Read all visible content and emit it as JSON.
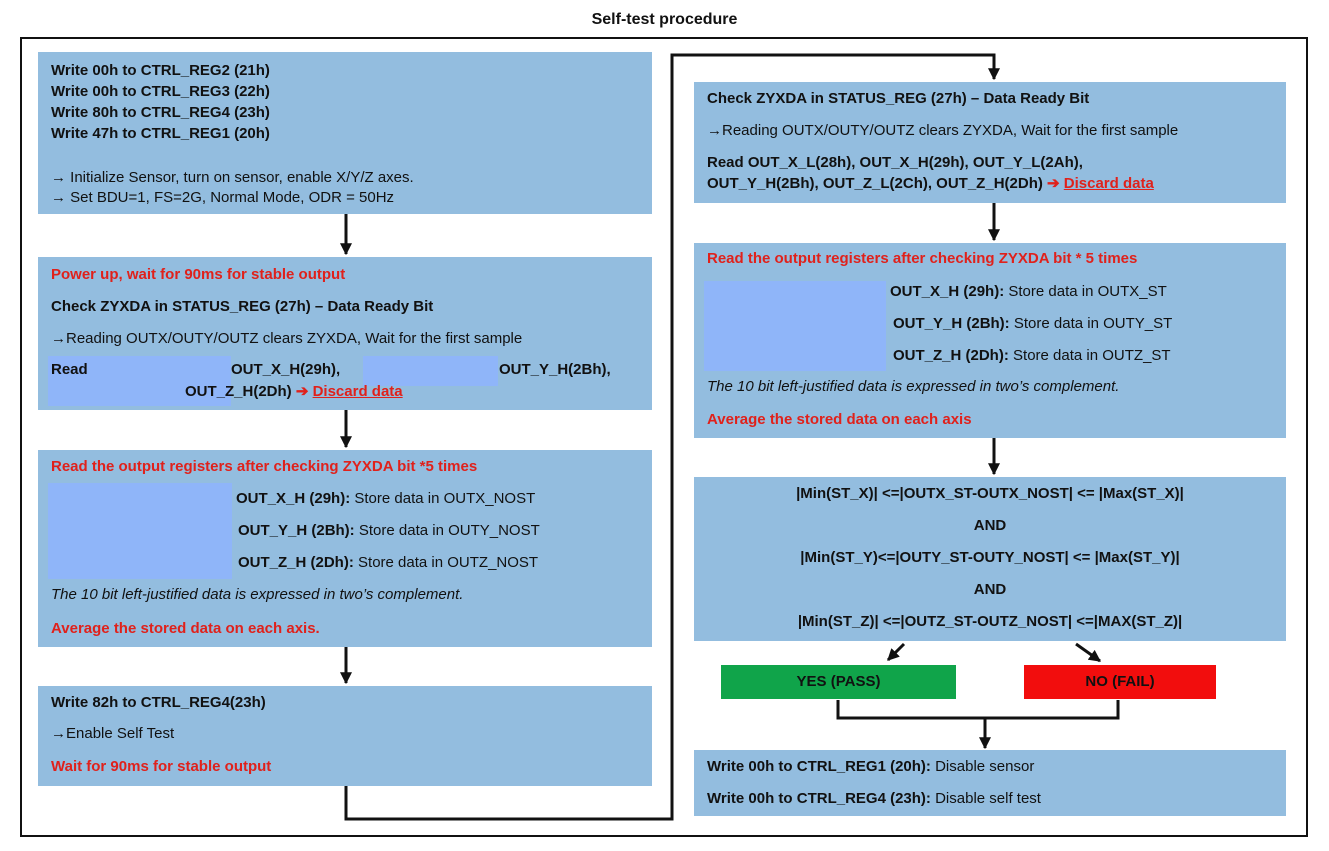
{
  "title": "Self-test procedure",
  "colors": {
    "box": "#93bddf",
    "highlight": "#8fb5f9",
    "alert": "#e0211b",
    "pass": "#10a44a",
    "fail": "#f20d0d"
  },
  "step1": {
    "w1": "Write 00h to CTRL_REG2 (21h)",
    "w2": "Write 00h to CTRL_REG3 (22h)",
    "w3": "Write 80h to CTRL_REG4 (23h)",
    "w4": "Write 47h to CTRL_REG1 (20h)",
    "n1": "→ Initialize Sensor, turn on sensor, enable X/Y/Z axes.",
    "n2": "→ Set BDU=1, FS=2G, Normal Mode, ODR = 50Hz"
  },
  "step2": {
    "power": "Power up, wait for 90ms for stable output",
    "check": "Check ZYXDA in STATUS_REG (27h) – Data Ready Bit",
    "note": "→Reading OUTX/OUTY/OUTZ clears ZYXDA, Wait for the first sample",
    "read": "Read",
    "r1": "OUT_X_H(29h),",
    "r2": "OUT_Y_H(2Bh),",
    "r3": "OUT_Z_H(2Dh)",
    "arrow": "➔",
    "discard": "Discard data"
  },
  "step3": {
    "heading": "Read the output registers after checking ZYXDA bit *5 times",
    "x_reg": "OUT_X_H (29h):",
    "x_txt": "Store data in OUTX_NOST",
    "y_reg": "OUT_Y_H (2Bh):",
    "y_txt": "Store data in OUTY_NOST",
    "z_reg": "OUT_Z_H (2Dh):",
    "z_txt": "Store data in OUTZ_NOST",
    "note": "The 10 bit left-justified data is expressed in two’s complement.",
    "avg": "Average the stored data on each axis."
  },
  "step4": {
    "write": "Write 82h to CTRL_REG4(23h)",
    "enable": "→Enable Self Test",
    "wait": "Wait for 90ms for stable output"
  },
  "step5": {
    "check": "Check ZYXDA in STATUS_REG (27h) – Data Ready Bit",
    "note": "→Reading OUTX/OUTY/OUTZ clears ZYXDA, Wait for the first sample",
    "r1": "Read OUT_X_L(28h), OUT_X_H(29h), OUT_Y_L(2Ah),",
    "r2": "OUT_Y_H(2Bh), OUT_Z_L(2Ch), OUT_Z_H(2Dh)",
    "arrow": "➔",
    "discard": "Discard data"
  },
  "step6": {
    "heading": "Read the output registers after checking ZYXDA bit * 5 times",
    "x_reg": "OUT_X_H (29h):",
    "x_txt": "Store data in OUTX_ST",
    "y_reg": "OUT_Y_H (2Bh):",
    "y_txt": "Store data in OUTY_ST",
    "z_reg": "OUT_Z_H (2Dh):",
    "z_txt": "Store data in OUTZ_ST",
    "note": "The 10 bit left-justified data is expressed in two’s complement.",
    "avg": "Average the stored data on each axis"
  },
  "step7": {
    "c1": "|Min(ST_X)| <=|OUTX_ST-OUTX_NOST| <= |Max(ST_X)|",
    "and1": "AND",
    "c2": "|Min(ST_Y)<=|OUTY_ST-OUTY_NOST| <= |Max(ST_Y)|",
    "and2": "AND",
    "c3": "|Min(ST_Z)| <=|OUTZ_ST-OUTZ_NOST| <=|MAX(ST_Z)|"
  },
  "result": {
    "pass": "YES (PASS)",
    "fail": "NO (FAIL)"
  },
  "step8": {
    "w1": "Write 00h to CTRL_REG1 (20h):",
    "t1": "Disable sensor",
    "w2": "Write 00h to CTRL_REG4 (23h):",
    "t2": "Disable self test"
  }
}
